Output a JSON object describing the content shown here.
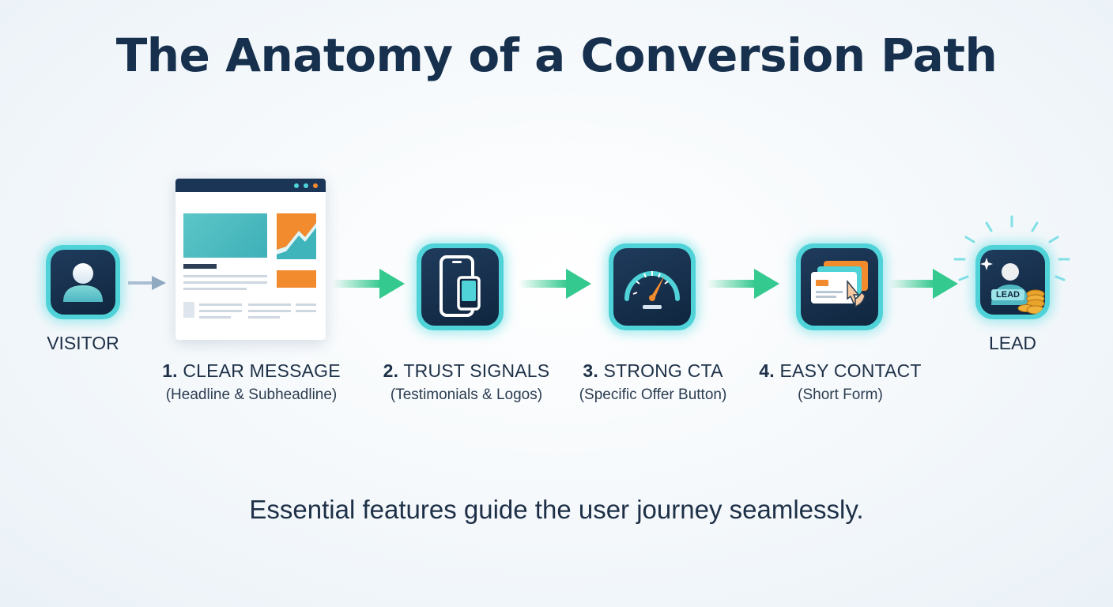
{
  "title": "The Anatomy of a Conversion Path",
  "tagline": "Essential features guide the user journey seamlessly.",
  "visitor": {
    "label": "VISITOR",
    "icon": "user-icon"
  },
  "lead": {
    "label": "LEAD",
    "badge": "LEAD",
    "icon": "lead-user-coins-icon"
  },
  "steps": [
    {
      "number": "1.",
      "title": "CLEAR MESSAGE",
      "subtitle": "(Headline & Subheadline)",
      "icon": "web-page-mockup-icon"
    },
    {
      "number": "2.",
      "title": "TRUST SIGNALS",
      "subtitle": "(Testimonials & Logos)",
      "icon": "mobile-phone-icon"
    },
    {
      "number": "3.",
      "title": "STRONG CTA",
      "subtitle": "(Specific Offer Button)",
      "icon": "speedometer-icon"
    },
    {
      "number": "4.",
      "title": "EASY CONTACT",
      "subtitle": "(Short Form)",
      "icon": "form-click-icon"
    }
  ],
  "colors": {
    "title": "#16304d",
    "node_fill": "#16304d",
    "node_glow": "#4fd3d8",
    "arrow_start": "#d6f5ec",
    "arrow_end": "#34c98f",
    "accent_orange": "#f28a2e",
    "accent_teal": "#45bfc4"
  }
}
